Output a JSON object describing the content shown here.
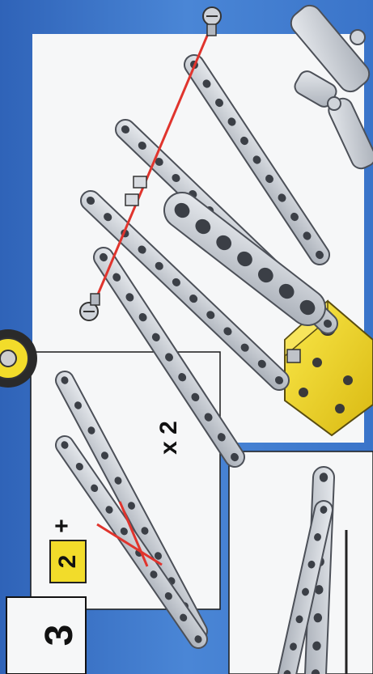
{
  "step": {
    "number": "3",
    "part_count": "2",
    "plus": "+",
    "multiplier": "x 2"
  },
  "colors": {
    "background": "#3a74c9",
    "panel": "#f6f7f8",
    "strip": "#c9ced6",
    "strip_edge": "#4c5058",
    "bracket": "#f2dc2a",
    "bolt_line": "#e0342d",
    "cross_mark": "#e0342d",
    "badge": "#f2dc2a"
  },
  "icons": [
    "screw-icon",
    "nut-icon",
    "perforated-strip-icon",
    "yellow-bracket-icon",
    "wheel-icon",
    "cross-out-icon"
  ]
}
